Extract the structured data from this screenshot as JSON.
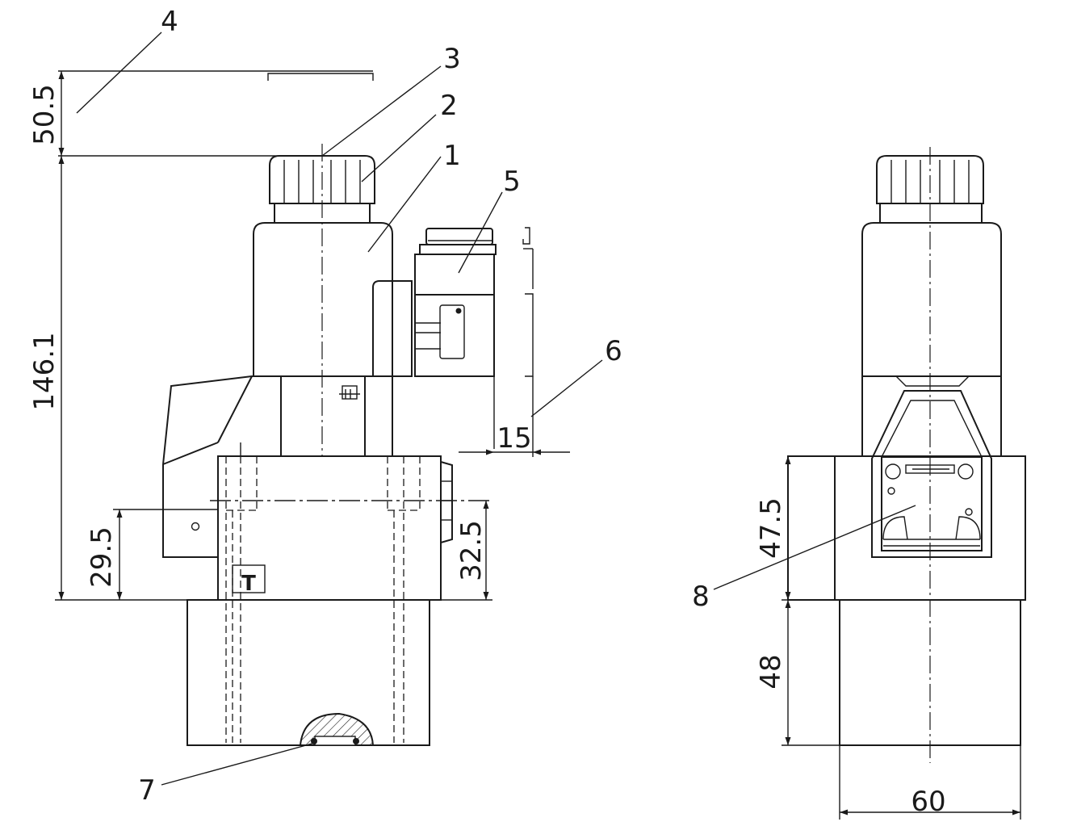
{
  "callouts": {
    "c1": "1",
    "c2": "2",
    "c3": "3",
    "c4": "4",
    "c5": "5",
    "c6": "6",
    "c7": "7",
    "c8": "8"
  },
  "dimensions": {
    "d_50_5": "50.5",
    "d_146_1": "146.1",
    "d_29_5": "29.5",
    "d_32_5": "32.5",
    "d_15": "15",
    "d_47_5": "47.5",
    "d_48": "48",
    "d_60": "60"
  },
  "port_label": "T",
  "colors": {
    "line": "#1a1a1a",
    "background": "#ffffff"
  }
}
